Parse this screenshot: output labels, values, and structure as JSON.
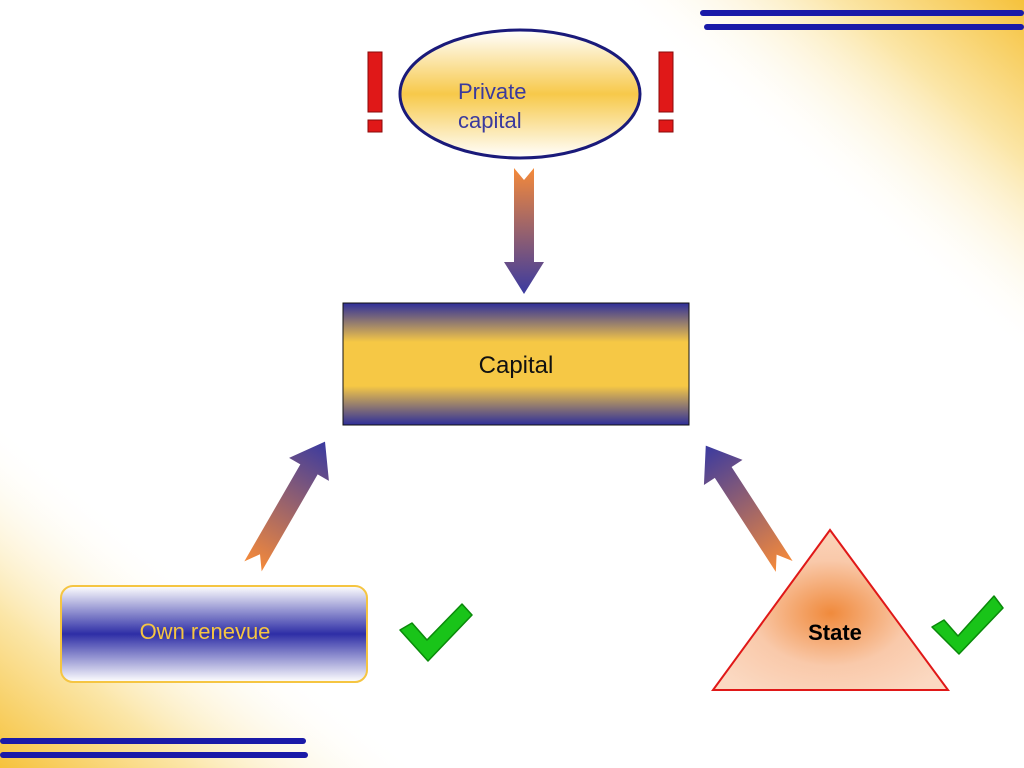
{
  "nodes": {
    "private_capital": {
      "line1": "Private",
      "line2": "capital"
    },
    "capital": {
      "label": "Capital"
    },
    "own_revenue": {
      "label": "Own renevue"
    },
    "state": {
      "label": "State"
    }
  },
  "marks": {
    "warning_left": "!",
    "warning_right": "!"
  },
  "icons": [
    "exclamation-icon",
    "exclamation-icon",
    "checkmark-icon",
    "checkmark-icon"
  ],
  "colors": {
    "navy": "#2e2e9a",
    "gold": "#f5c542",
    "orange": "#f08a3c",
    "red": "#e01818",
    "green": "#19c419",
    "state_fill": "#f9c7a6",
    "state_border": "#e01818"
  }
}
